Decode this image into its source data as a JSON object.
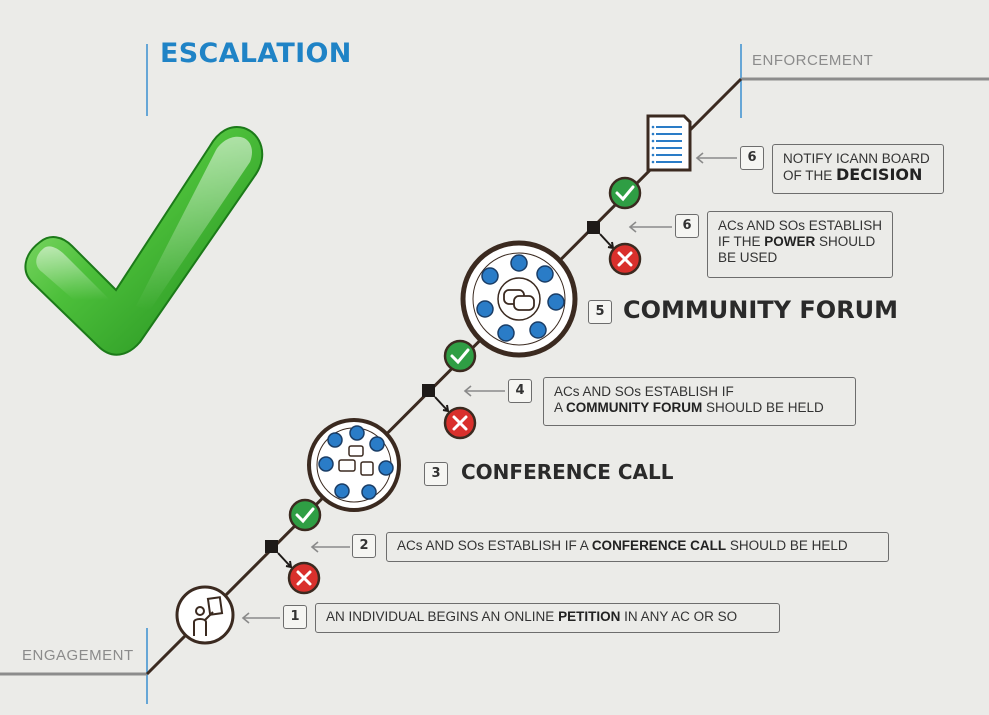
{
  "title": "ESCALATION",
  "labels": {
    "top": "ENFORCEMENT",
    "bottom": "ENGAGEMENT"
  },
  "steps": [
    {
      "num": "1",
      "pre": "AN INDIVIDUAL BEGINS AN ONLINE ",
      "bold": "PETITION",
      "post": " IN ANY AC OR SO"
    },
    {
      "num": "2",
      "pre": "ACs AND SOs ESTABLISH IF A ",
      "bold": "CONFERENCE CALL",
      "post": " SHOULD BE HELD"
    },
    {
      "num": "3",
      "label": "CONFERENCE CALL"
    },
    {
      "num": "4",
      "line1": "ACs AND SOs ESTABLISH IF",
      "line2_pre": "A ",
      "bold": "COMMUNITY FORUM",
      "line2_post": " SHOULD BE HELD"
    },
    {
      "num": "5",
      "label": "COMMUNITY FORUM"
    },
    {
      "num": "6",
      "line1": "ACs AND SOs ESTABLISH",
      "line2_pre": "IF THE ",
      "bold": "POWER",
      "line2_post": " SHOULD",
      "line3": "BE USED"
    },
    {
      "num": "6",
      "line1": "NOTIFY ICANN BOARD",
      "line2_pre": "OF THE ",
      "bold": "DECISION"
    }
  ],
  "icons": {
    "checkmark": "large-green-checkmark-icon",
    "approve": "green-check-circle-icon",
    "reject": "red-x-circle-icon",
    "petition": "person-holding-sign-icon",
    "conference": "conference-call-icon",
    "forum": "community-forum-icon",
    "document": "document-icon"
  },
  "colors": {
    "title": "#1f83c6",
    "accent_blue": "#2a7cc7",
    "approve_green": "#2f9e44",
    "reject_red": "#d9302c",
    "line": "#3b2a20",
    "check": "#4cbf3a"
  }
}
